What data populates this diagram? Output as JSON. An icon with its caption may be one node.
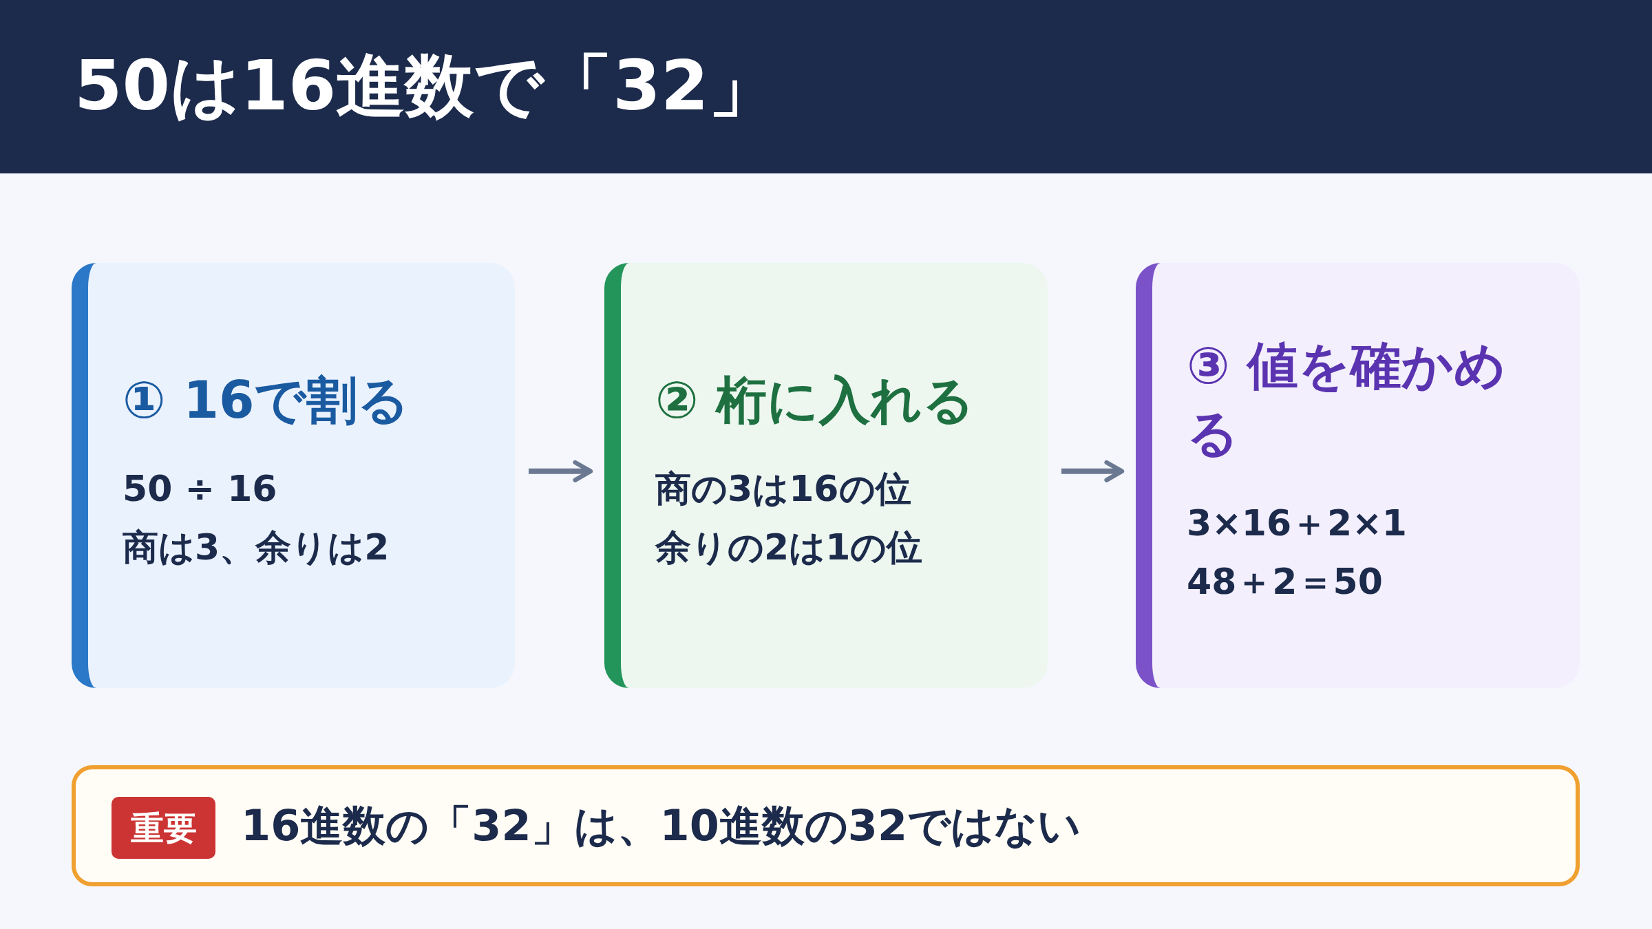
{
  "diagram": {
    "title": "50は16進数で「32」",
    "nodes": [
      {
        "text": [
          "① 16で割る",
          "50 ÷ 16",
          "商は3、余りは2"
        ]
      },
      {
        "text": [
          "② 桁に入れる",
          "商の3は16の位",
          "余りの2は1の位"
        ]
      },
      {
        "text": [
          "③ 値を確かめる",
          "3×16＋2×1",
          "48＋2＝50"
        ]
      },
      {
        "text": [
          "16進数の「32」は、10進数の32ではない"
        ]
      },
      {
        "text": [
          "重要"
        ],
        "in": 3
      }
    ],
    "edges": [
      {
        "from": 0,
        "to": 1,
        "arrow": "to"
      },
      {
        "from": 1,
        "to": 2,
        "arrow": "to"
      }
    ]
  }
}
